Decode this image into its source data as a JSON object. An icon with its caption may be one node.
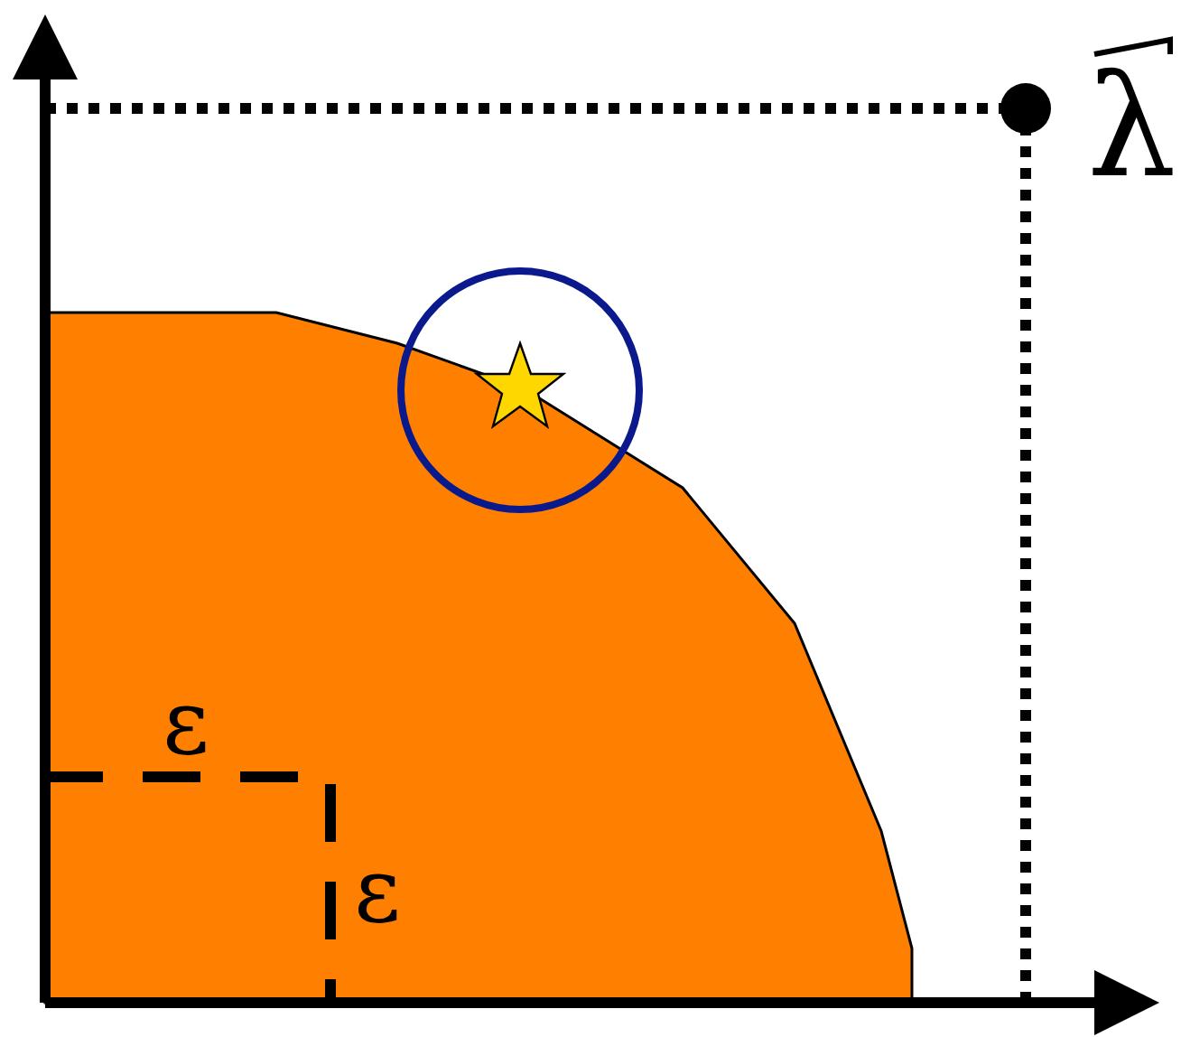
{
  "diagram": {
    "labels": [
      "λ",
      "ε",
      "ε"
    ]
  }
}
